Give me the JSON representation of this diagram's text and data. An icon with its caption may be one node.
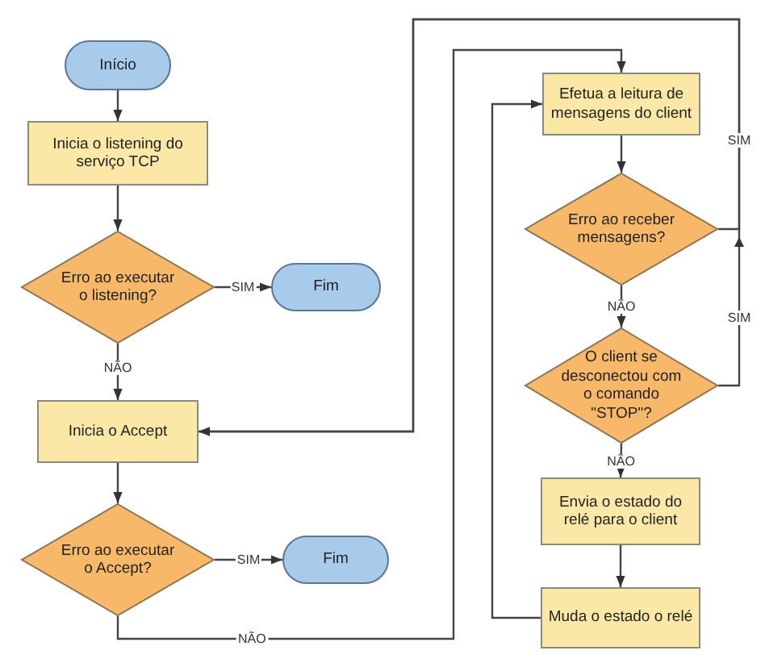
{
  "diagram": {
    "nodes": [
      {
        "text": [
          "Início"
        ]
      },
      {
        "text": [
          "Inicia o listening do serviço TCP"
        ]
      },
      {
        "text": [
          "Erro ao executar o listening?"
        ]
      },
      {
        "text": [
          "Fim"
        ]
      },
      {
        "text": [
          "Inicia o Accept"
        ]
      },
      {
        "text": [
          "Erro ao executar o Accept?"
        ]
      },
      {
        "text": [
          "Fim"
        ]
      },
      {
        "text": [
          "Efetua a leitura de mensagens do client"
        ]
      },
      {
        "text": [
          "Erro ao receber mensagens?"
        ]
      },
      {
        "text": [
          "O client se desconectou com o comando \"STOP\"?"
        ]
      },
      {
        "text": [
          "Envia o estado do relé para o client"
        ]
      },
      {
        "text": [
          "Muda o estado o relé"
        ]
      }
    ],
    "edges": [
      {
        "from": 0,
        "to": 1,
        "arrow": "to"
      },
      {
        "from": 1,
        "to": 2,
        "arrow": "to"
      },
      {
        "from": 2,
        "to": 3,
        "arrow": "to",
        "label": "SIM"
      },
      {
        "from": 2,
        "to": 4,
        "arrow": "to",
        "label": "NÃO"
      },
      {
        "from": 4,
        "to": 5,
        "arrow": "to"
      },
      {
        "from": 5,
        "to": 6,
        "arrow": "to",
        "label": "SIM"
      },
      {
        "from": 5,
        "to": 7,
        "arrow": "to",
        "label": "NÃO"
      },
      {
        "from": 7,
        "to": 8,
        "arrow": "to"
      },
      {
        "from": 8,
        "to": 4,
        "arrow": "to",
        "label": "SIM"
      },
      {
        "from": 8,
        "to": 9,
        "arrow": "to",
        "label": "NÃO"
      },
      {
        "from": 9,
        "to": 4,
        "arrow": "to",
        "label": "SIM"
      },
      {
        "from": 9,
        "to": 10,
        "arrow": "to",
        "label": "NÃO"
      },
      {
        "from": 10,
        "to": 11,
        "arrow": "to"
      },
      {
        "from": 11,
        "to": 7,
        "arrow": "to"
      }
    ]
  }
}
